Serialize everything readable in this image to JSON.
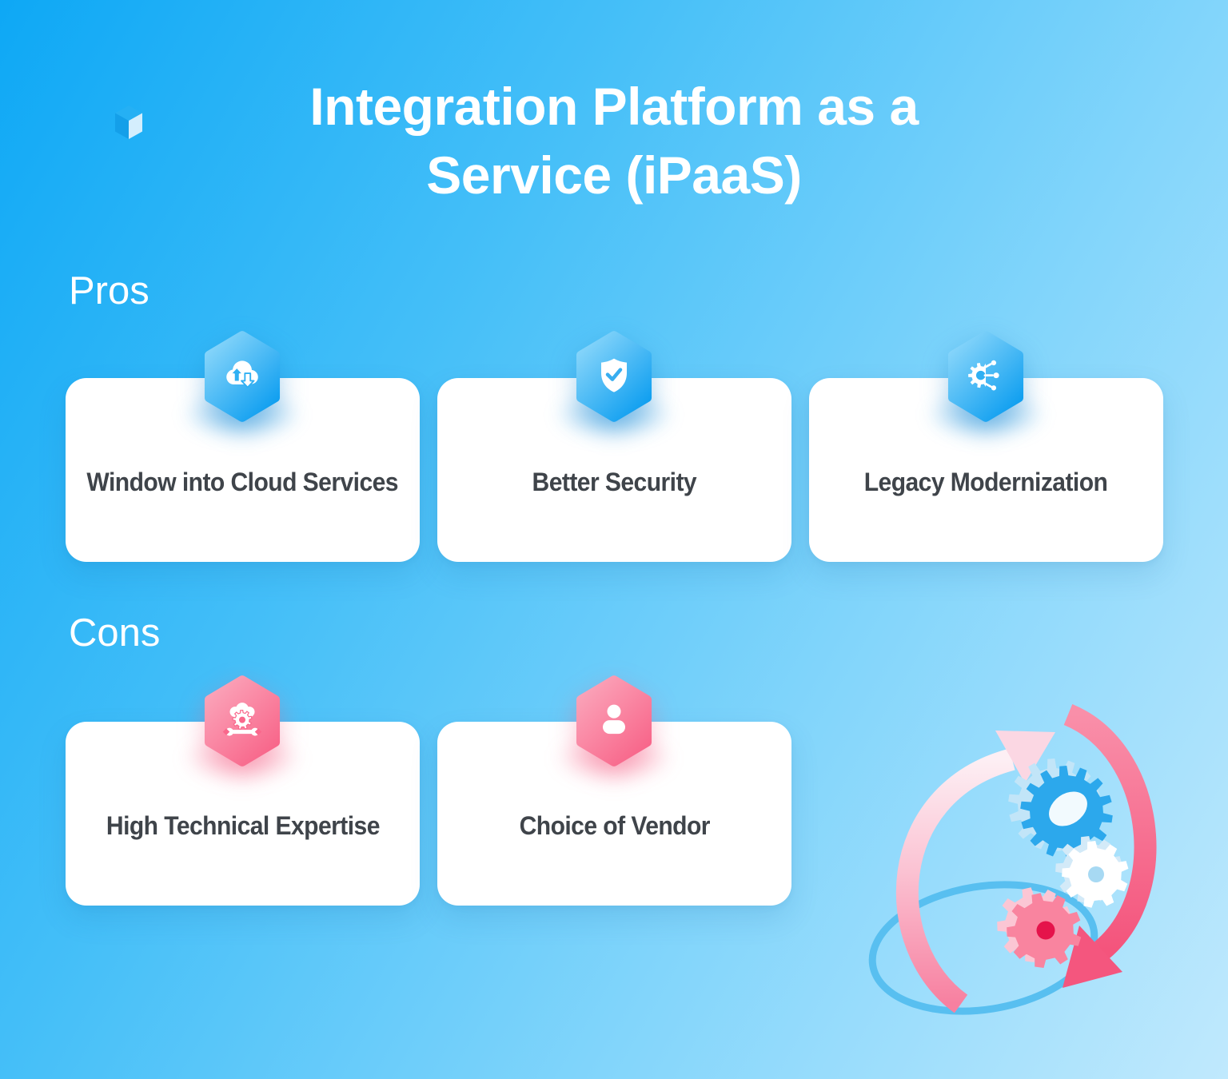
{
  "header": {
    "title_line1": "Integration Platform as a",
    "title_line2": "Service (iPaaS)"
  },
  "sections": {
    "pros": {
      "label": "Pros",
      "cards": [
        {
          "label": "Window into Cloud Services",
          "icon": "cloud-upload-download-icon"
        },
        {
          "label": "Better Security",
          "icon": "shield-check-icon"
        },
        {
          "label": "Legacy Modernization",
          "icon": "gear-network-icon"
        }
      ]
    },
    "cons": {
      "label": "Cons",
      "cards": [
        {
          "label": "High Technical Expertise",
          "icon": "cloud-gear-wrench-icon"
        },
        {
          "label": "Choice of Vendor",
          "icon": "user-icon"
        }
      ]
    }
  },
  "decor": {
    "logo_icon": "cube-icon",
    "illustration": "gears-sync-illustration"
  },
  "colors": {
    "background_start": "#0ea8f5",
    "background_end": "#c0e9fd",
    "card_bg": "#ffffff",
    "card_text": "#3f444a",
    "title_text": "#ffffff",
    "pros_hex_start": "#92dafb",
    "pros_hex_end": "#109ff0",
    "cons_hex_start": "#fba9bd",
    "cons_hex_end": "#f8668a",
    "gear_blue": "#2ca8ec",
    "gear_white": "#ffffff",
    "gear_pink": "#f9849f",
    "arrow_pink": "#f4567e",
    "ring_blue": "#58bff0"
  }
}
